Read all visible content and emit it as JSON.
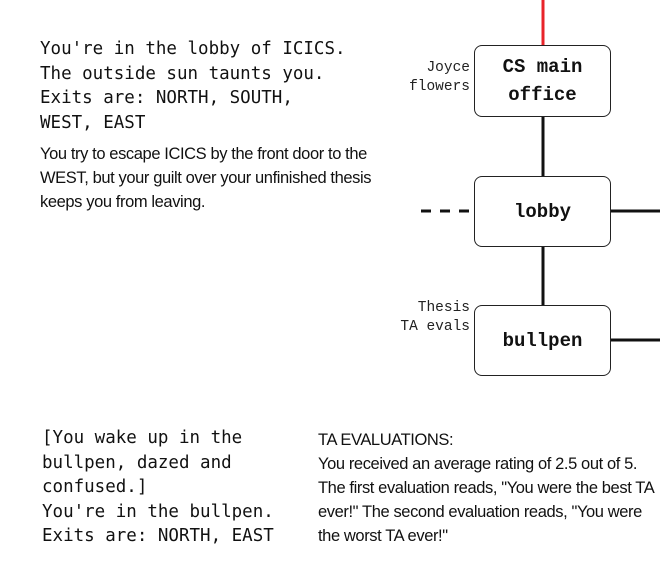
{
  "lobby_response": {
    "lines": [
      "You're in the lobby of ICICS.",
      "The outside sun taunts you.",
      "Exits are: NORTH, SOUTH,",
      "WEST, EAST"
    ]
  },
  "escape_narration": "You try to escape ICICS by the front door to the WEST, but your guilt over your unfinished thesis keeps you from leaving.",
  "map": {
    "rooms": {
      "cs_main_office": {
        "lines": [
          "CS main",
          "office"
        ]
      },
      "lobby": {
        "label": "lobby"
      },
      "bullpen": {
        "label": "bullpen"
      }
    },
    "items": {
      "cs_office": [
        "Joyce",
        "flowers"
      ],
      "bullpen": [
        "Thesis",
        "TA evals"
      ]
    },
    "colors": {
      "north_exit": "#e8242a",
      "connections": "#111111"
    }
  },
  "bullpen_response": {
    "lines": [
      "[You wake up in the",
      "bullpen, dazed and",
      "confused.]",
      "You're in the bullpen.",
      "Exits are: NORTH, EAST"
    ]
  },
  "ta_evaluations": {
    "heading": "TA EVALUATIONS:",
    "body": "You received an average rating of 2.5 out of 5. The first evaluation reads, \"You were the best TA ever!\" The second evaluation reads, \"You were the worst TA ever!\""
  }
}
